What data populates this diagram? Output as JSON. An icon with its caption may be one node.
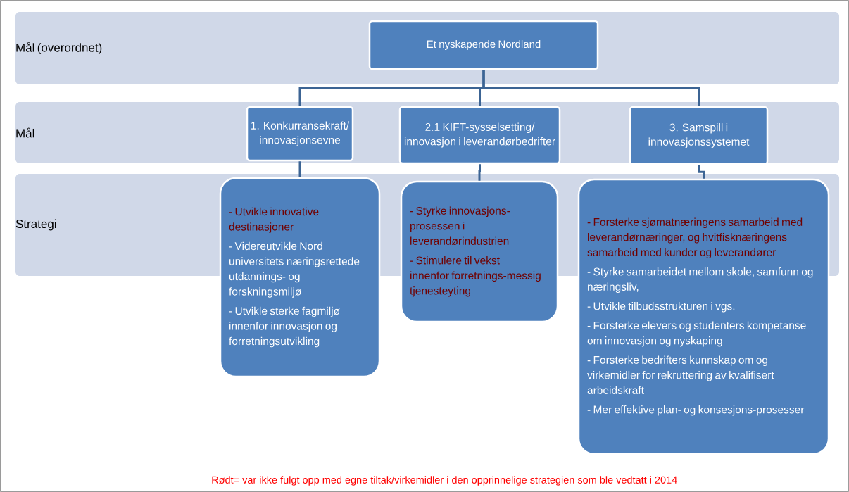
{
  "diagram": {
    "nodes": [
      {
        "text": [
          "Mål (overordnet)"
        ]
      },
      {
        "text": [
          "Mål"
        ]
      },
      {
        "text": [
          "Strategi"
        ]
      },
      {
        "text": [
          "Et nyskapende Nordland"
        ],
        "in": 0
      },
      {
        "text": [
          "1. Konkurransekraft/ innovasjonsevne"
        ],
        "in": 1
      },
      {
        "text": [
          "2.1 KIFT-sysselsetting/ innovasjon i leverandørbedrifter"
        ],
        "in": 1
      },
      {
        "text": [
          "3. Samspill i innovasjonssystemet"
        ],
        "in": 1
      },
      {
        "text": [
          "- Utvikle innovative destinasjoner",
          "- Videreutvikle Nord universitets næringsrettede utdannings- og forskningsmiljø",
          "- Utvikle sterke fagmiljø innenfor innovasjon og forretningsutvikling"
        ]
      },
      {
        "text": [
          "- Styrke innovasjons-prosessen i leverandørindustrien",
          "- Stimulere til vekst innenfor forretnings-messig tjenesteyting"
        ]
      },
      {
        "text": [
          "- Forsterke sjømatnæringens samarbeid med leverandørnæringer, og hvitfisknæringens samarbeid med kunder og leverandører",
          "- Styrke samarbeidet mellom skole, samfunn og næringsliv,",
          "- Utvikle tilbudsstrukturen i vgs.",
          "- Forsterke elevers og studenters kompetanse om innovasjon og nyskaping",
          "- Forsterke bedrifters kunnskap om og virkemidler for rekruttering av kvalifisert arbeidskraft",
          "- Mer effektive plan- og konsesjons-prosesser"
        ]
      }
    ],
    "edges": [
      {
        "from": 3,
        "to": 4,
        "arrow": "none"
      },
      {
        "from": 3,
        "to": 5,
        "arrow": "none"
      },
      {
        "from": 3,
        "to": 6,
        "arrow": "none"
      },
      {
        "from": 4,
        "to": 7,
        "arrow": "none"
      },
      {
        "from": 5,
        "to": 8,
        "arrow": "none"
      },
      {
        "from": 6,
        "to": 9,
        "arrow": "none"
      }
    ],
    "labels": [
      "Rødt= var ikke fulgt opp med egne tiltak/virkemidler i den opprinnelige strategien som ble vedtatt i 2014"
    ]
  }
}
